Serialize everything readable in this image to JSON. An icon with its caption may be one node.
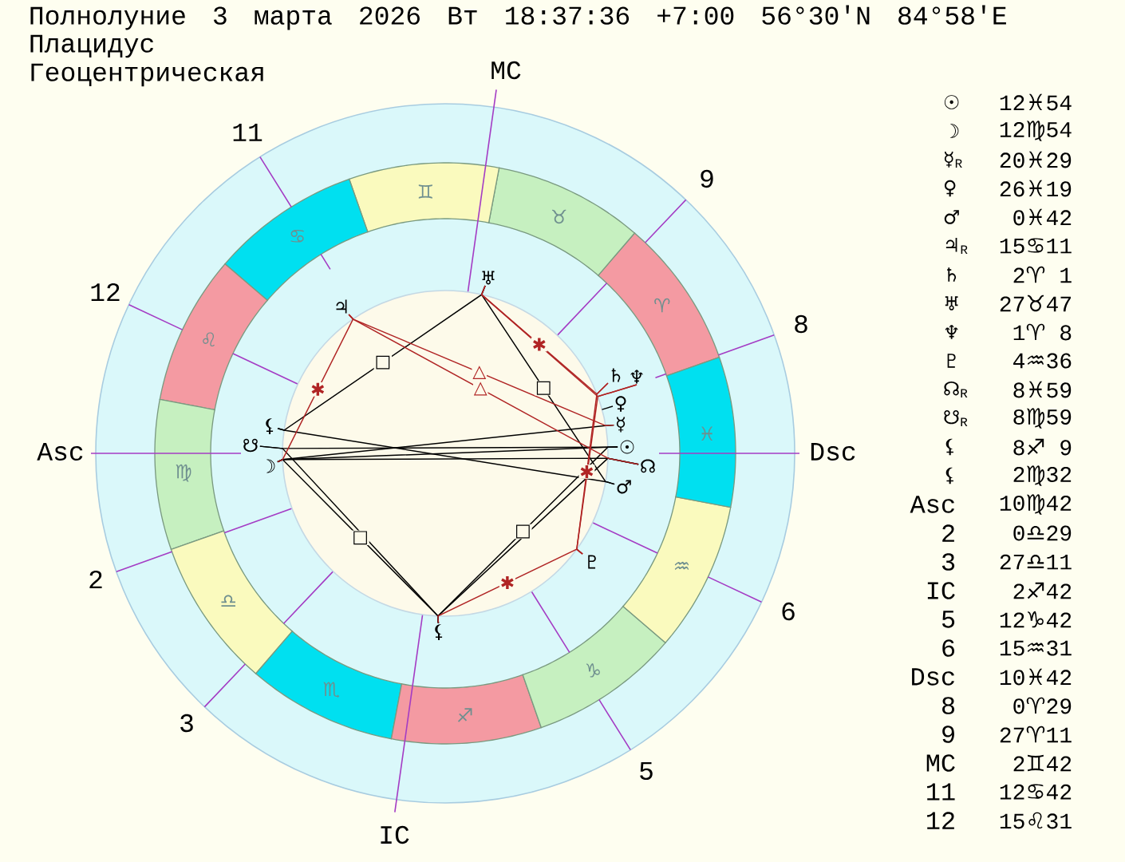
{
  "diagram": {
    "title": "Полнолуние 3 марта 2026 Вт 18:37:36 +7:00 56°30'N 84°58'E",
    "nodes": [
      {
        "text": [
          "♈"
        ]
      },
      {
        "text": [
          "♉"
        ]
      },
      {
        "text": [
          "♊"
        ]
      },
      {
        "text": [
          "♋"
        ]
      },
      {
        "text": [
          "♌"
        ]
      },
      {
        "text": [
          "♍"
        ]
      },
      {
        "text": [
          "♎"
        ]
      },
      {
        "text": [
          "♏"
        ]
      },
      {
        "text": [
          "♐"
        ]
      },
      {
        "text": [
          "♑"
        ]
      },
      {
        "text": [
          "♒"
        ]
      },
      {
        "text": [
          "♓"
        ]
      },
      {
        "text": [
          "☉"
        ]
      },
      {
        "text": [
          "☽"
        ]
      },
      {
        "text": [
          "☿"
        ]
      },
      {
        "text": [
          "♀"
        ]
      },
      {
        "text": [
          "♂"
        ]
      },
      {
        "text": [
          "♃"
        ]
      },
      {
        "text": [
          "♄"
        ]
      },
      {
        "text": [
          "♅"
        ]
      },
      {
        "text": [
          "♆"
        ]
      },
      {
        "text": [
          "♇"
        ]
      },
      {
        "text": [
          "☊"
        ]
      },
      {
        "text": [
          "☋"
        ]
      },
      {
        "text": [
          "⚸"
        ]
      },
      {
        "text": [
          "⚸"
        ]
      }
    ],
    "edges": [
      {
        "from": 19,
        "to": 25,
        "arrow": "none",
        "label": "□"
      },
      {
        "from": 19,
        "to": 16,
        "arrow": "none",
        "label": "□"
      },
      {
        "from": 13,
        "to": 12,
        "arrow": "none"
      },
      {
        "from": 13,
        "to": 14,
        "arrow": "none"
      },
      {
        "from": 13,
        "to": 22,
        "arrow": "none"
      },
      {
        "from": 23,
        "to": 12,
        "arrow": "none"
      },
      {
        "from": 25,
        "to": 16,
        "arrow": "none"
      },
      {
        "from": 13,
        "to": 24,
        "arrow": "none",
        "label": "□"
      },
      {
        "from": 23,
        "to": 24,
        "arrow": "none"
      },
      {
        "from": 12,
        "to": 24,
        "arrow": "none",
        "label": "□"
      },
      {
        "from": 22,
        "to": 24,
        "arrow": "none"
      },
      {
        "from": 19,
        "to": 18,
        "arrow": "none",
        "label": "✱",
        "color": "#b02424"
      },
      {
        "from": 19,
        "to": 20,
        "arrow": "none",
        "color": "#b02424"
      },
      {
        "from": 21,
        "to": 18,
        "arrow": "none",
        "label": "✱",
        "color": "#b02424"
      },
      {
        "from": 21,
        "to": 20,
        "arrow": "none",
        "color": "#b02424"
      },
      {
        "from": 21,
        "to": 24,
        "arrow": "none",
        "label": "✱",
        "color": "#b02424"
      },
      {
        "from": 17,
        "to": 13,
        "arrow": "none",
        "label": "✱",
        "color": "#b02424"
      },
      {
        "from": 17,
        "to": 14,
        "arrow": "none",
        "label": "△",
        "color": "#b02424"
      },
      {
        "from": 17,
        "to": 22,
        "arrow": "none",
        "label": "△",
        "color": "#b02424"
      }
    ],
    "labels": [
      "Плацидус",
      "Геоцентрическая",
      "MC",
      "11",
      "9",
      "12",
      "8",
      "Asc",
      "Dsc",
      "2",
      "6",
      "3",
      "5",
      "IC",
      "☉",
      "12♓54",
      "☽",
      "12♍54",
      "☿$_{R}$",
      "20♓29",
      "♀",
      "26♓19",
      "♂",
      "0♓42",
      "♃$_{R}$",
      "15♋11",
      "♄",
      "2♈ 1",
      "♅",
      "27♉47",
      "♆",
      "1♈ 8",
      "♇",
      "4♒36",
      "☊$_{R}$",
      "8♓59",
      "☋$_{R}$",
      "8♍59",
      "⚸",
      "8♐ 9",
      "⚸",
      "2♍32",
      "Asc",
      "10♍42",
      "2",
      "0♎29",
      "3",
      "27♎11",
      "IC",
      "2♐42",
      "5",
      "12♑42",
      "6",
      "15♒31",
      "Dsc",
      "10♓42",
      "8",
      "0♈29",
      "9",
      "27♈11",
      "MC",
      "2♊42",
      "11",
      "12♋42",
      "12",
      "15♌31"
    ]
  }
}
